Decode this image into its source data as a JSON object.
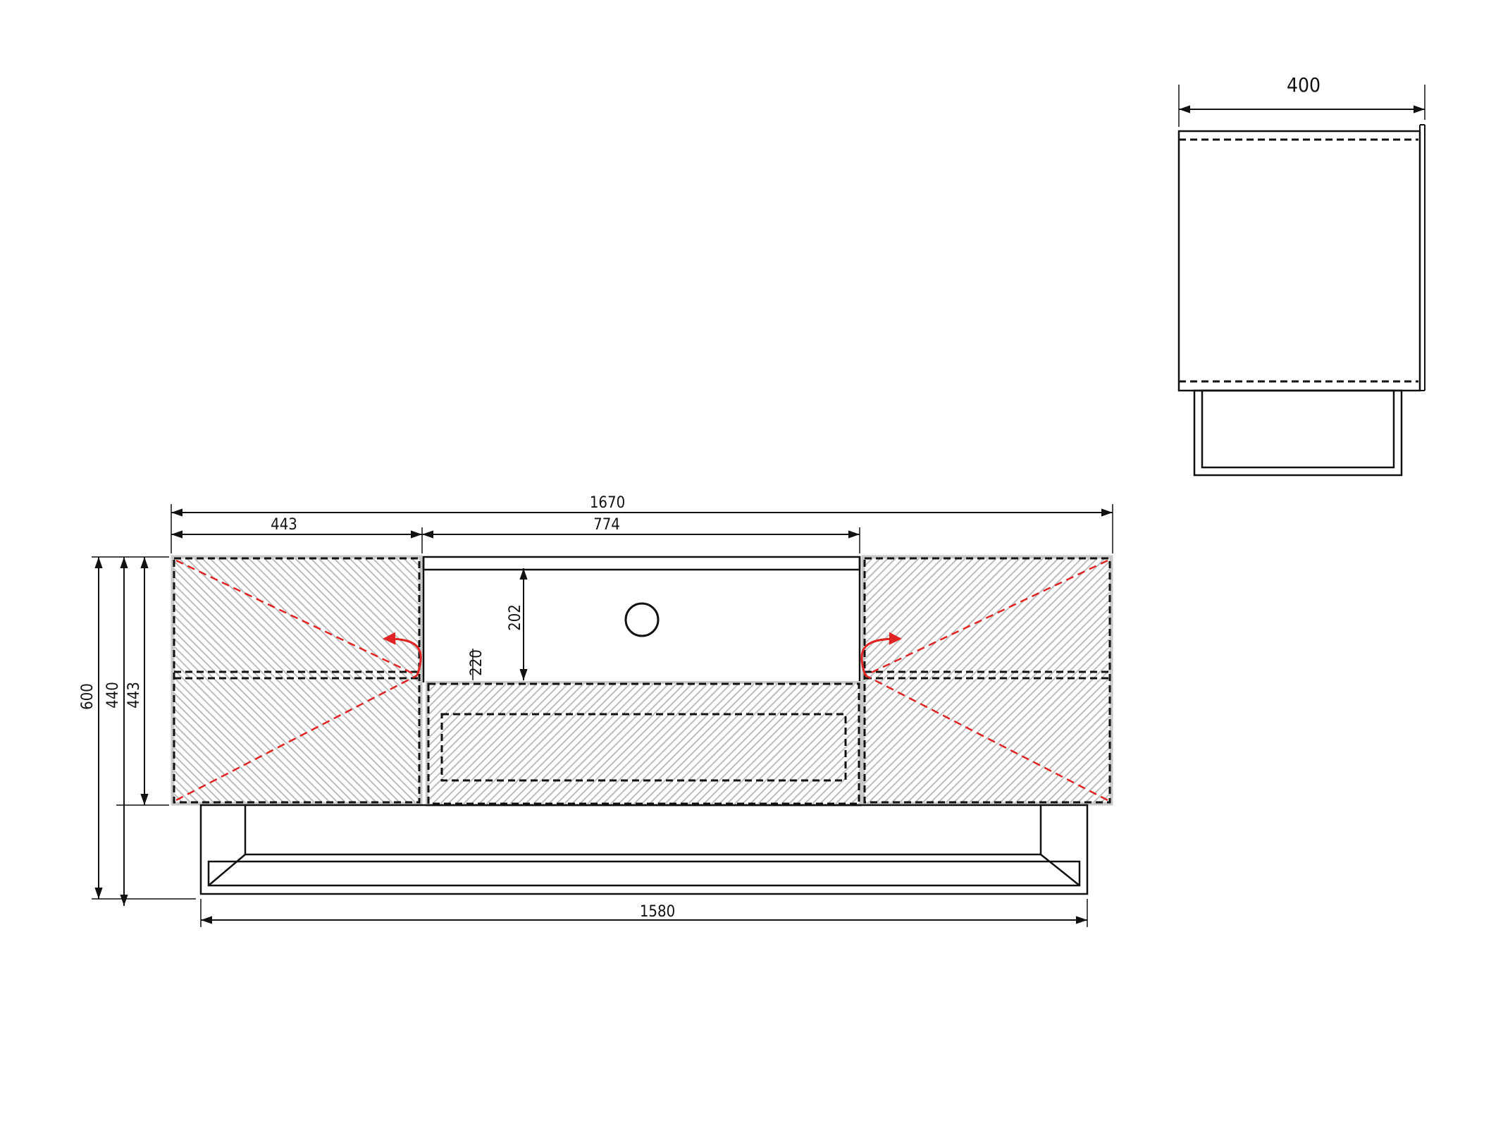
{
  "dimensions": {
    "overall_width": "1670",
    "left_door_width": "443",
    "center_width": "774",
    "base_width": "1580",
    "total_height": "600",
    "body_height_a": "440",
    "body_height_b": "443",
    "open_shelf_height": "202",
    "drawer_offset": "220",
    "depth": "400"
  },
  "colors": {
    "outline": "#111111",
    "hatch": "#bdbdbd",
    "door_swing": "#e02424"
  },
  "icons": {
    "cable_hole": "circle",
    "door_swing_arrow": "curved-arrow"
  }
}
